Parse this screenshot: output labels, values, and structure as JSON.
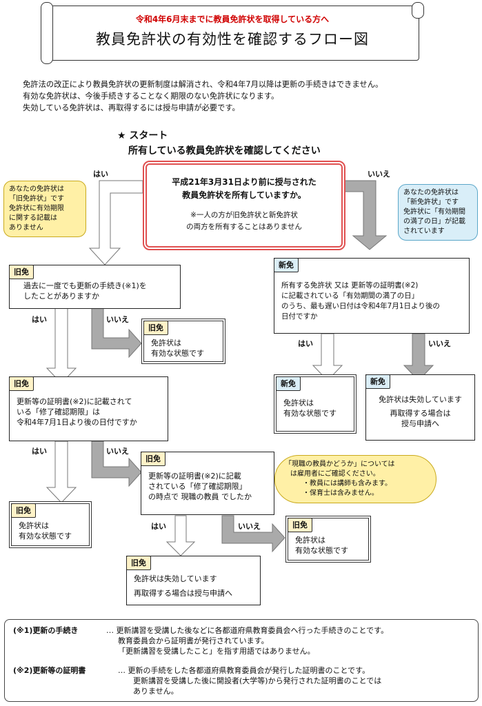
{
  "header": {
    "subtitle": "令和4年6月末までに教員免許状を取得している方へ",
    "title": "教員免許状の有効性を確認するフロー図"
  },
  "intro": [
    "免許法の改正により教員免許状の更新制度は解消され、令和4年7月以降は更新の手続きはできません。",
    "有効な免許状は、今後手続きすることなく期限のない免許状になります。",
    "失効している免許状は、再取得するには授与申請が必要です。"
  ],
  "start": {
    "line1": "★ スタート",
    "line2": "所有している教員免許状を確認してください"
  },
  "question_main": {
    "line1": "平成21年3月31日より前に授与された",
    "line2": "教員免許状を所有していますか。",
    "note1": "※一人の方が旧免許状と新免許状",
    "note2": "の両方を所有することはありません"
  },
  "labels": {
    "yes": "はい",
    "no": "いいえ",
    "old": "旧免",
    "new": "新免"
  },
  "bubble_old": [
    "あなたの免許状は",
    "「旧免許状」です",
    "免許状に有効期限",
    "に関する記載は",
    "ありません"
  ],
  "bubble_new": [
    "あなたの免許状は",
    "「新免許状」です",
    "免許状に「有効期間",
    "の満了の日」が記載",
    "されています"
  ],
  "bubble_current": [
    "「現職の教員かどうか」については",
    "は雇用者にご確認ください。",
    "・教員には講師も含みます。",
    "・保育士は含みません。"
  ],
  "old_q1": [
    "過去に一度でも更新の手続き(※1)を",
    "したことがありますか"
  ],
  "old_valid_text": [
    "免許状は",
    "有効な状態です"
  ],
  "old_q2": [
    "更新等の証明書(※2)に記載されて",
    "いる「修了確認期限」は",
    "令和4年7月1日より後の日付ですか"
  ],
  "old_q3": [
    "更新等の証明書(※2)に記載",
    "されている「修了確認期限」",
    "の時点で 現職の教員 でしたか"
  ],
  "expired_text": [
    "免許状は失効しています",
    "再取得する場合は授与申請へ"
  ],
  "new_q": [
    "所有する免許状 又は 更新等の証明書(※2)",
    "に記載されている「有効期間の満了の日」",
    "のうち、最も遅い日付は令和4年7月1日より後の",
    "日付ですか"
  ],
  "new_expired_text": [
    "免許状は失効しています",
    "再取得する場合は",
    "授与申請へ"
  ],
  "notes": {
    "n1_label": "(※1)更新の手続き",
    "n1_lines": [
      "… 更新講習を受講した後などに各都道府県教育委員会へ行った手続きのことです。",
      "教育委員会から証明書が発行されています。",
      "「更新講習を受講したこと」を指す用語ではありません。"
    ],
    "n2_label": "(※2)更新等の証明書",
    "n2_lines": [
      "… 更新の手続をした各都道府県教育委員会が発行した証明書のことです。",
      "更新講習を受講した後に開設者(大学等)から発行された証明書のことでは",
      "ありません。"
    ]
  },
  "colors": {
    "title_red": "#d00000",
    "main_box_border": "#e05050",
    "old_tag": "#fff3c8",
    "new_tag": "#dbeef7",
    "bubble_yellow": "#fff0a6",
    "bubble_blue": "#d9eef8",
    "arrow_gray": "#aaaaaa"
  }
}
